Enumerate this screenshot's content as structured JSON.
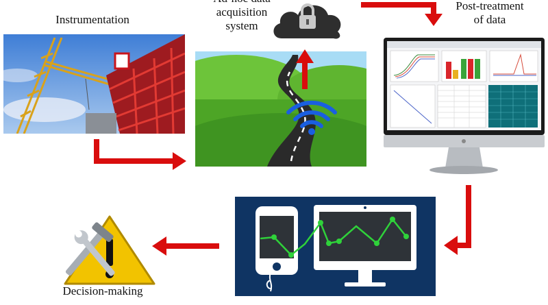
{
  "labels": {
    "instrumentation": "Instrumentation",
    "acquisition": [
      "Ad-hoc data",
      "acquisition",
      "system"
    ],
    "post_treatment": [
      "Post-treatment",
      "of data"
    ],
    "decision": "Decision-making"
  },
  "colors": {
    "arrow": "#d90d0d",
    "crane": "#d9a21b",
    "building_red": "#c8141b",
    "sky": "#2f6fc9",
    "grass": "#5cb82c",
    "road": "#2a2a2a",
    "wifi": "#1a5fe0",
    "cloud": "#3a3a3a",
    "monitor_body": "#c9ccd0",
    "device_panel": "#0f3463",
    "graph_line": "#2fd23a",
    "warning": "#f2c300"
  },
  "icons": {
    "cloud": "cloud-lock-icon",
    "wifi": "wifi-icon",
    "warning": "warning-tools-icon"
  }
}
